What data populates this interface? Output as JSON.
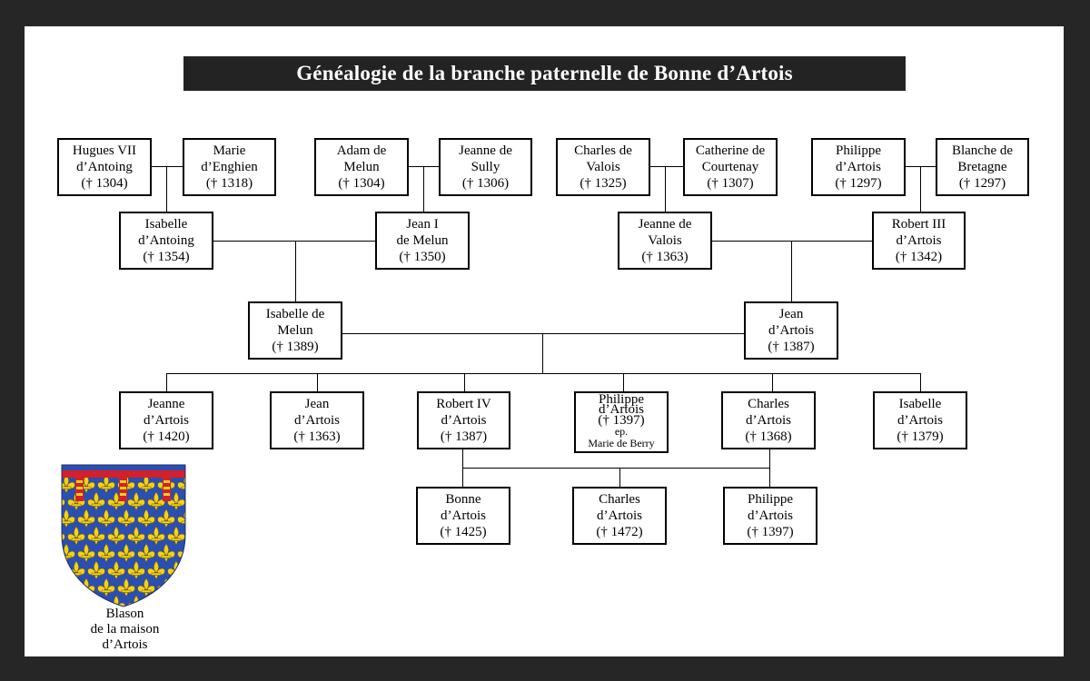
{
  "title": "Généalogie de la branche paternelle de Bonne d’Artois",
  "colors": {
    "background": "#262626",
    "sheet": "#ffffff",
    "title_bar": "#232323",
    "box_border": "#000000",
    "blazon_blue": "#2a4fb0",
    "blazon_gold": "#f2d21b",
    "blazon_red": "#d4202a"
  },
  "people": {
    "hugues": {
      "name1": "Hugues VII",
      "name2": "d’Antoing",
      "dates": "(† 1304)"
    },
    "marie_enghien": {
      "name1": "Marie",
      "name2": "d’Enghien",
      "dates": "(† 1318)"
    },
    "adam": {
      "name1": "Adam de",
      "name2": "Melun",
      "dates": "(† 1304)"
    },
    "jeanne_sully": {
      "name1": "Jeanne de",
      "name2": "Sully",
      "dates": "(† 1306)"
    },
    "charles_valois": {
      "name1": "Charles de",
      "name2": "Valois",
      "dates": "(† 1325)"
    },
    "catherine": {
      "name1": "Catherine de",
      "name2": "Courtenay",
      "dates": "(† 1307)"
    },
    "philippe_1297": {
      "name1": "Philippe",
      "name2": "d’Artois",
      "dates": "(† 1297)"
    },
    "blanche": {
      "name1": "Blanche de",
      "name2": "Bretagne",
      "dates": "(† 1297)"
    },
    "isabelle_antoing": {
      "name1": "Isabelle",
      "name2": "d’Antoing",
      "dates": "(† 1354)"
    },
    "jean_melun": {
      "name1": "Jean I",
      "name2": "de Melun",
      "dates": "(† 1350)"
    },
    "jeanne_valois": {
      "name1": "Jeanne de",
      "name2": "Valois",
      "dates": "(† 1363)"
    },
    "robert3": {
      "name1": "Robert III",
      "name2": "d’Artois",
      "dates": "(† 1342)"
    },
    "isabelle_melun": {
      "name1": "Isabelle de",
      "name2": "Melun",
      "dates": "(† 1389)"
    },
    "jean_artois": {
      "name1": "Jean",
      "name2": "d’Artois",
      "dates": "(† 1387)"
    },
    "jeanne_artois": {
      "name1": "Jeanne",
      "name2": "d’Artois",
      "dates": "(† 1420)"
    },
    "jean_artois_1363": {
      "name1": "Jean",
      "name2": "d’Artois",
      "dates": "(† 1363)"
    },
    "robert4": {
      "name1": "Robert IV",
      "name2": "d’Artois",
      "dates": "(† 1387)"
    },
    "philippe_berry": {
      "name1": "Philippe",
      "name2": "d’Artois",
      "dates": "(† 1397)",
      "ep": "ep.",
      "spouse": "Marie de Berry"
    },
    "charles_artois_1368": {
      "name1": "Charles",
      "name2": "d’Artois",
      "dates": "(† 1368)"
    },
    "isabelle_artois": {
      "name1": "Isabelle",
      "name2": "d’Artois",
      "dates": "(† 1379)"
    },
    "bonne": {
      "name1": "Bonne",
      "name2": "d’Artois",
      "dates": "(† 1425)"
    },
    "charles_artois_1472": {
      "name1": "Charles",
      "name2": "d’Artois",
      "dates": "(† 1472)"
    },
    "philippe_1397": {
      "name1": "Philippe",
      "name2": "d’Artois",
      "dates": "(† 1397)"
    }
  },
  "blazon": {
    "line1": "Blason",
    "line2": "de la maison",
    "line3": "d’Artois",
    "icon": "coat-of-arms-icon"
  }
}
